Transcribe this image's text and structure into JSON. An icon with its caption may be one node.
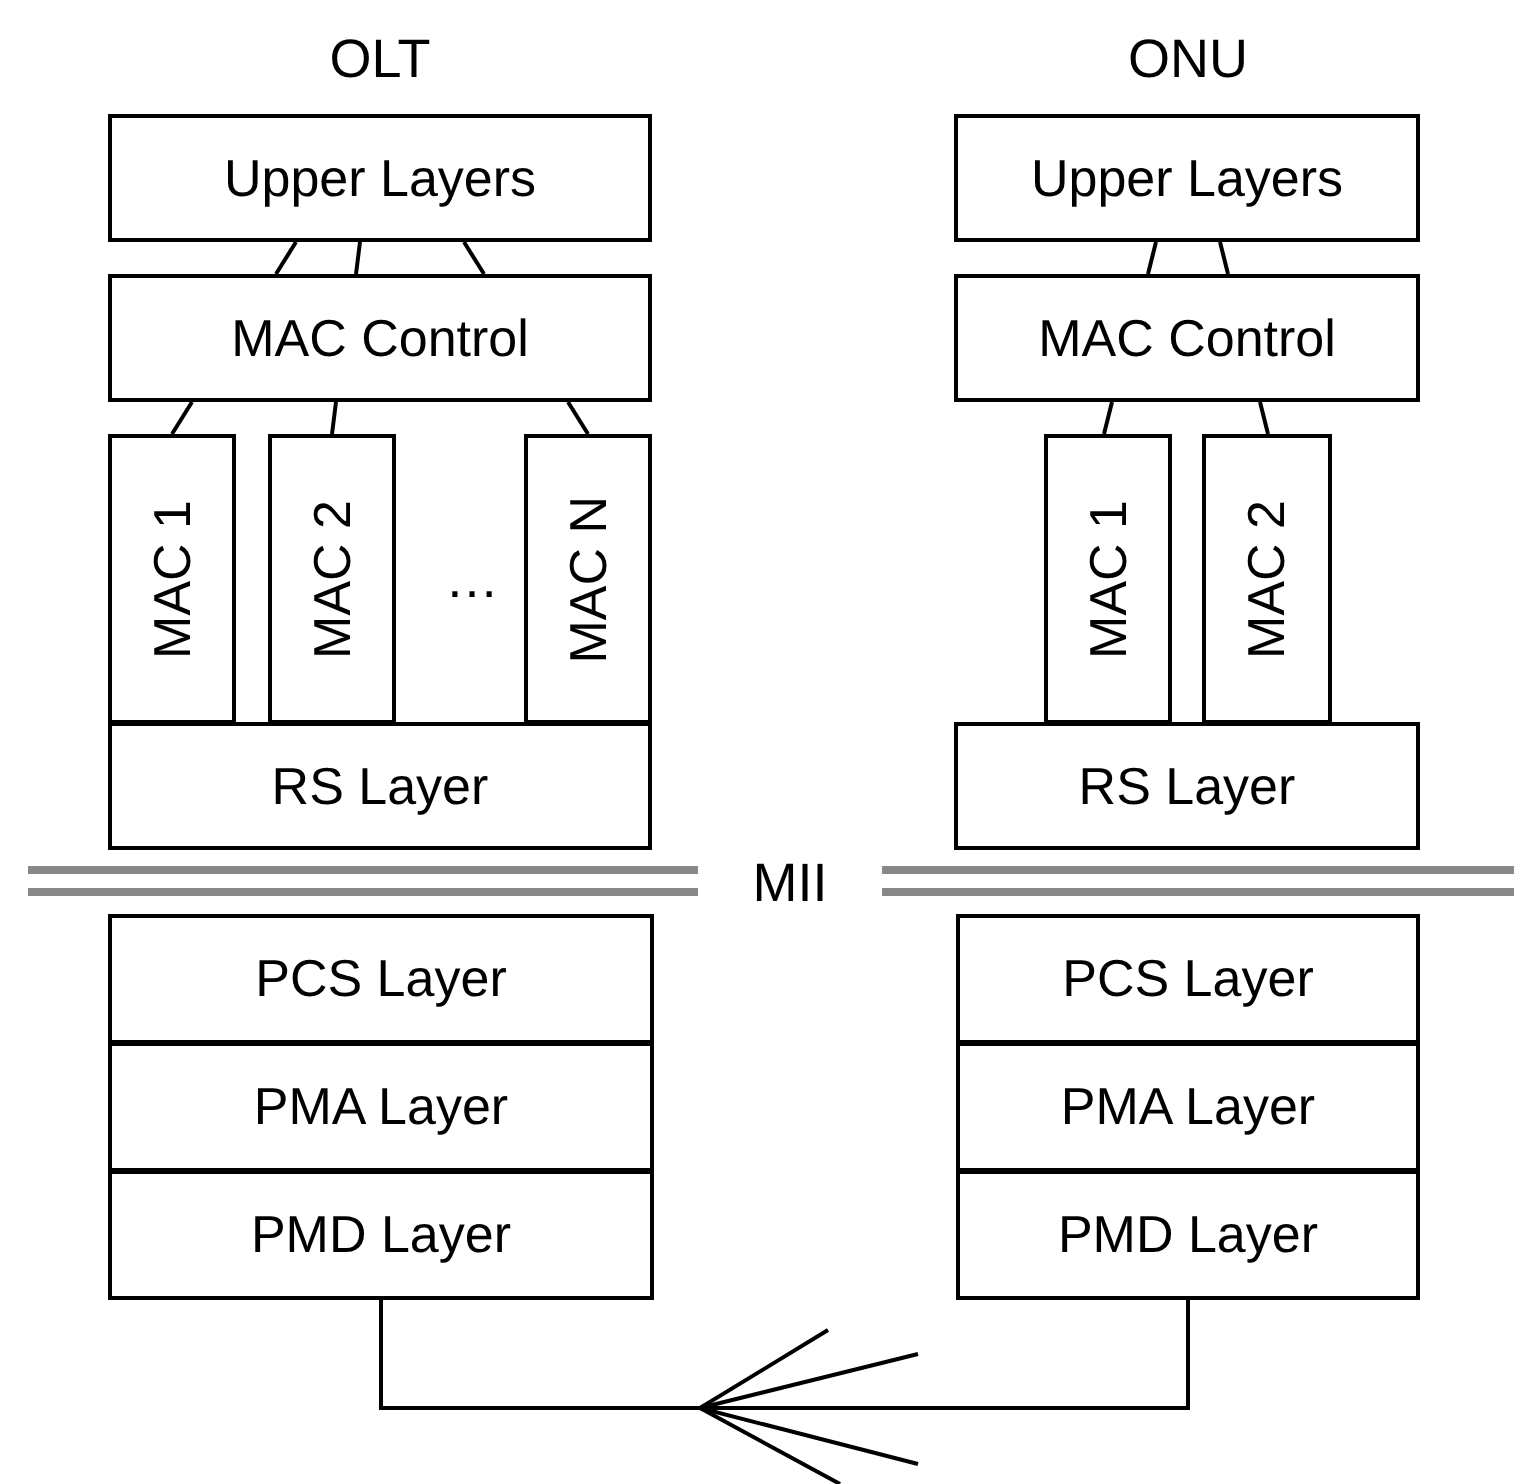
{
  "diagram": {
    "nodes": [
      {
        "text": [
          "Upper Layers"
        ]
      },
      {
        "text": [
          "MAC Control"
        ]
      },
      {
        "text": [
          "MAC 1"
        ]
      },
      {
        "text": [
          "MAC 2"
        ]
      },
      {
        "text": [
          "MAC N"
        ]
      },
      {
        "text": [
          "RS Layer"
        ]
      },
      {
        "text": [
          "PCS Layer"
        ]
      },
      {
        "text": [
          "PMA Layer"
        ]
      },
      {
        "text": [
          "PMD Layer"
        ]
      },
      {
        "text": [
          "Upper Layers"
        ]
      },
      {
        "text": [
          "MAC Control"
        ]
      },
      {
        "text": [
          "MAC 1"
        ]
      },
      {
        "text": [
          "MAC 2"
        ]
      },
      {
        "text": [
          "RS Layer"
        ]
      },
      {
        "text": [
          "PCS Layer"
        ]
      },
      {
        "text": [
          "PMA Layer"
        ]
      },
      {
        "text": [
          "PMD Layer"
        ]
      }
    ],
    "edges": [
      {
        "from": 0,
        "to": 1,
        "arrow": "none"
      },
      {
        "from": 0,
        "to": 1,
        "arrow": "none"
      },
      {
        "from": 0,
        "to": 1,
        "arrow": "none"
      },
      {
        "from": 1,
        "to": 2,
        "arrow": "none"
      },
      {
        "from": 1,
        "to": 3,
        "arrow": "none"
      },
      {
        "from": 1,
        "to": 4,
        "arrow": "none"
      },
      {
        "from": 9,
        "to": 10,
        "arrow": "none"
      },
      {
        "from": 9,
        "to": 10,
        "arrow": "none"
      },
      {
        "from": 10,
        "to": 11,
        "arrow": "none"
      },
      {
        "from": 10,
        "to": 12,
        "arrow": "none"
      },
      {
        "from": 8,
        "to": 16,
        "arrow": "none"
      },
      {
        "from": 8,
        "to": null,
        "arrow": "none"
      },
      {
        "from": 8,
        "to": null,
        "arrow": "none"
      },
      {
        "from": 8,
        "to": null,
        "arrow": "none"
      },
      {
        "from": 8,
        "to": null,
        "arrow": "none"
      }
    ],
    "labels": [
      "OLT",
      "ONU",
      "…",
      "MII"
    ]
  }
}
